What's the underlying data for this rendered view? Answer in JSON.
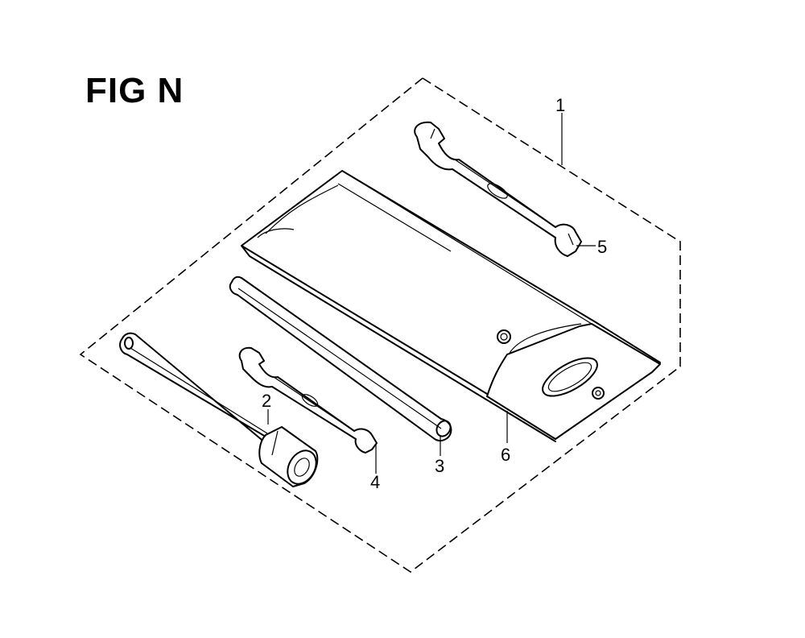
{
  "figure": {
    "title": "FIG N"
  },
  "callouts": {
    "c1": "1",
    "c2": "2",
    "c3": "3",
    "c4": "4",
    "c5": "5",
    "c6": "6"
  },
  "colors": {
    "ink": "#000000",
    "paper": "#ffffff"
  }
}
